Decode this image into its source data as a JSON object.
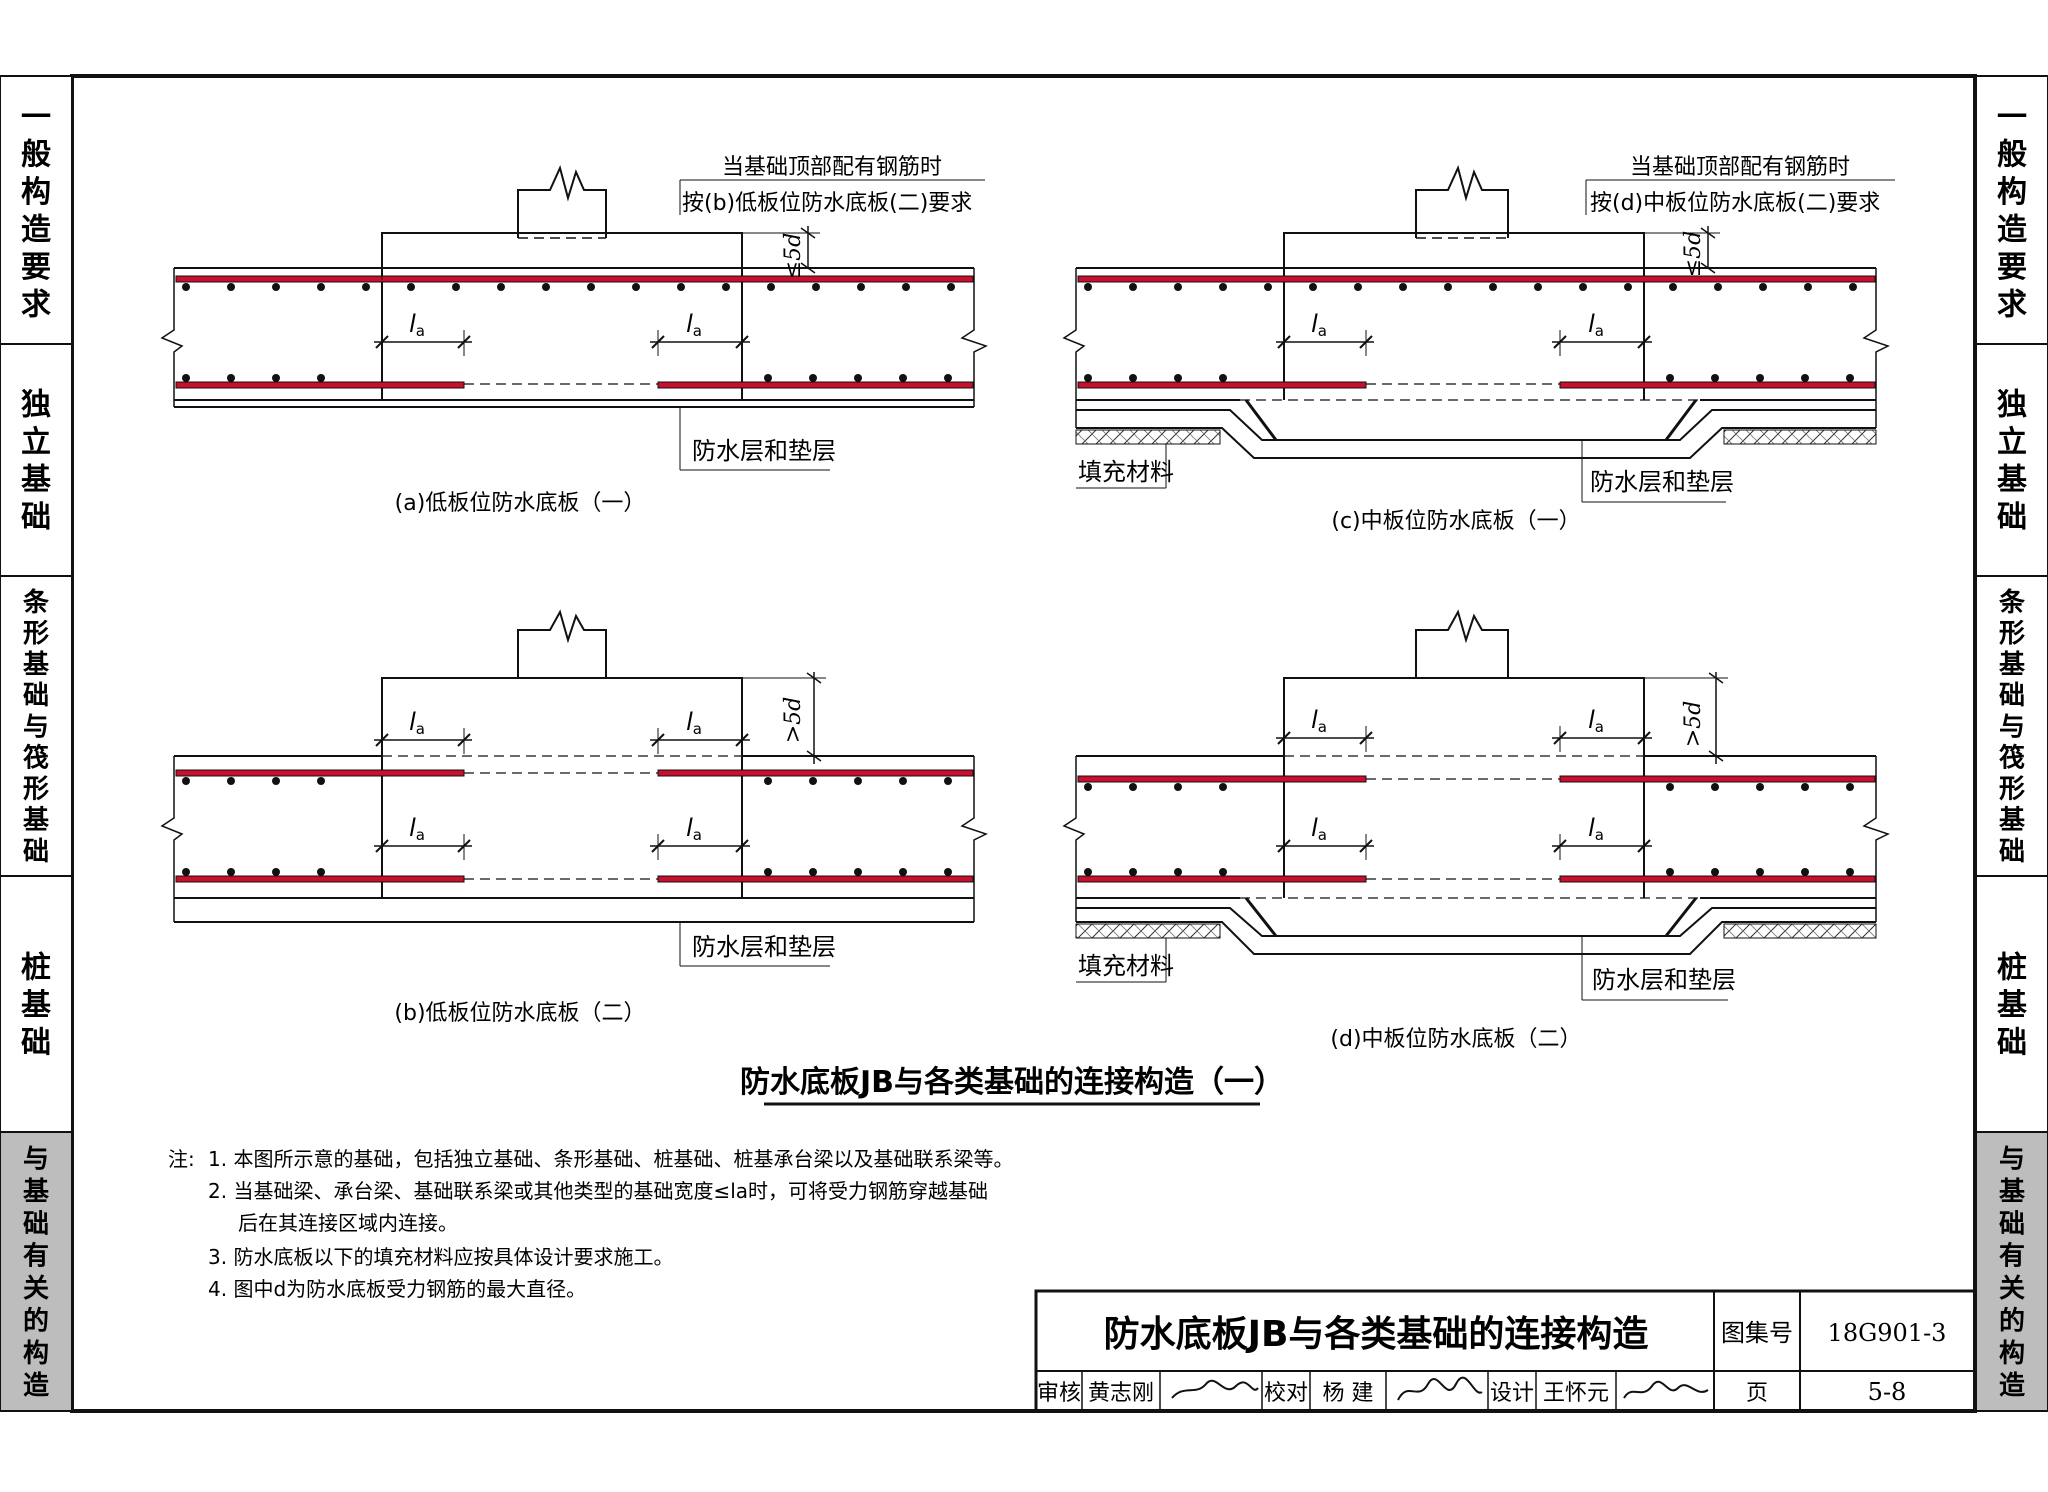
{
  "side_tabs": [
    {
      "label": "一般构造要求",
      "active": false
    },
    {
      "label": "独立基础",
      "active": false
    },
    {
      "label": "条形基础与筏形基础",
      "active": false
    },
    {
      "label": "桩基础",
      "active": false
    },
    {
      "label": "与基础有关的构造",
      "active": true
    }
  ],
  "diagrams": {
    "a": {
      "caption": "(a)低板位防水底板（一）",
      "note_line1": "当基础顶部配有钢筋时",
      "note_line2": "按(b)低板位防水底板(二)要求",
      "dim_cover": "≤5d",
      "lap_label": "la",
      "layer_label": "防水层和垫层"
    },
    "b": {
      "caption": "(b)低板位防水底板（二）",
      "dim_cover": ">5d",
      "lap_label": "la",
      "layer_label": "防水层和垫层"
    },
    "c": {
      "caption": "(c)中板位防水底板（一）",
      "note_line1": "当基础顶部配有钢筋时",
      "note_line2": "按(d)中板位防水底板(二)要求",
      "dim_cover": "≤5d",
      "lap_label": "la",
      "layer_label": "防水层和垫层",
      "fill_label": "填充材料"
    },
    "d": {
      "caption": "(d)中板位防水底板（二）",
      "dim_cover": ">5d",
      "lap_label": "la",
      "layer_label": "防水层和垫层",
      "fill_label": "填充材料"
    }
  },
  "figure_title": "防水底板JB与各类基础的连接构造（一）",
  "notes": {
    "prefix": "注:",
    "items": [
      "1. 本图所示意的基础，包括独立基础、条形基础、桩基础、桩基承台梁以及基础联系梁等。",
      "2. 当基础梁、承台梁、基础联系梁或其他类型的基础宽度≤la时，可将受力钢筋穿越基础",
      "后在其连接区域内连接。",
      "3. 防水底板以下的填充材料应按具体设计要求施工。",
      "4. 图中d为防水底板受力钢筋的最大直径。"
    ]
  },
  "title_block": {
    "title": "防水底板JB与各类基础的连接构造",
    "atlas_label": "图集号",
    "atlas_no": "18G901-3",
    "review_label": "审核",
    "reviewer": "黄志刚",
    "check_label": "校对",
    "checker": "杨 建",
    "design_label": "设计",
    "designer": "王怀元",
    "page_label": "页",
    "page_no": "5-8"
  },
  "colors": {
    "rebar": "#c8102e",
    "line": "#111111",
    "tab_active": "#bdbdbd"
  }
}
